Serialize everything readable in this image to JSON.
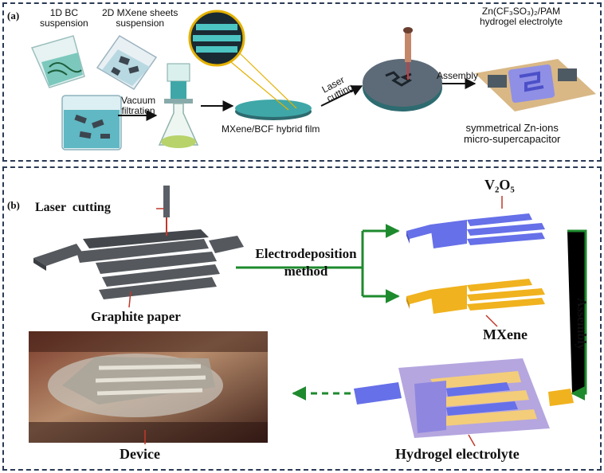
{
  "panel_a": {
    "tag": "(a)",
    "bc_suspension": [
      "1D BC",
      "suspension"
    ],
    "mxene_suspension": [
      "2D MXene sheets",
      "suspension"
    ],
    "vacuum": [
      "Vacuum",
      "filtration"
    ],
    "hybrid_film": "MXene/BCF hybrid film",
    "laser": [
      "Laser",
      "cutting"
    ],
    "assembly": "Assembly",
    "electrolyte": [
      "Zn(CF₃SO₃)₂/PAM",
      "hydrogel electrolyte"
    ],
    "device": [
      "symmetrical Zn-ions",
      "micro-supercapacitor"
    ]
  },
  "panel_b": {
    "tag": "(b)",
    "laser_cutting": "Laser  cutting",
    "electrodeposition": [
      "Electrodeposition",
      "method"
    ],
    "graphite_paper": "Graphite paper",
    "v2o5": "V₂O₅",
    "mxene": "MXene",
    "assembly": "Assembly",
    "device": "Device",
    "hydrogel": "Hydrogel electrolyte"
  },
  "colors": {
    "border": "#2b3a55",
    "arrow_green": "#1e8a2e",
    "graphite": "#55595e",
    "v2o5_blue": "#6670e8",
    "mxene_yellow": "#f0b21e",
    "hydrogel_purple": "#b5a6df",
    "film_teal": "#3fa7a8",
    "substrate_tan": "#d9b886"
  }
}
